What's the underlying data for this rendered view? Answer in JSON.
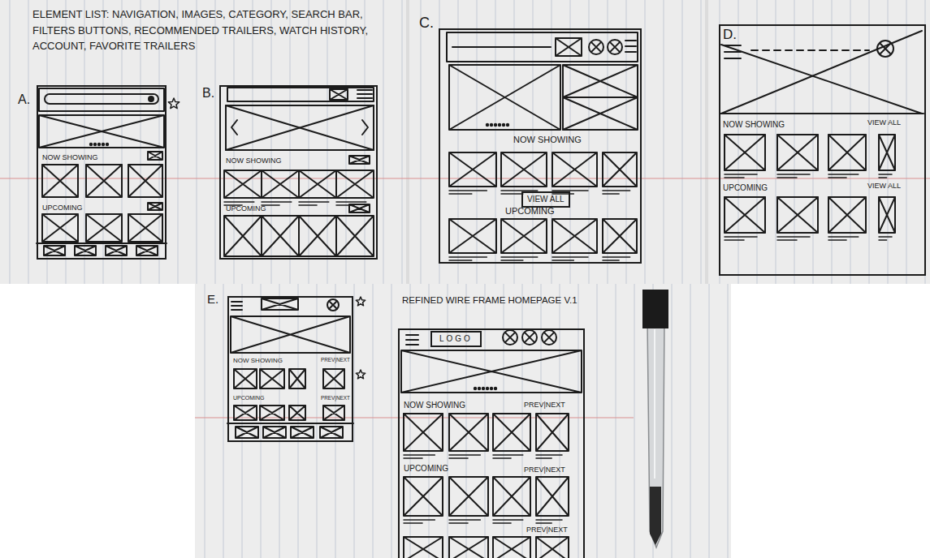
{
  "diagram": {
    "title": "ELEMENT LIST: NAVIGATION, IMAGES, CATEGORY, SEARCH BAR, FILTERS BUTTONS, RECOMMENDED TRAILERS, WATCH HISTORY, ACCOUNT, FAVORITE TRAILERS",
    "nodes": [
      {
        "text": [
          "A.",
          "NOW SHOWING",
          "UPCOMING"
        ]
      },
      {
        "text": [
          "B.",
          "NOW SHOWING",
          "UPCOMING"
        ]
      },
      {
        "text": [
          "C.",
          "NOW SHOWING",
          "UPCOMING"
        ]
      },
      {
        "text": [
          "VIEW ALL"
        ],
        "in": 2
      },
      {
        "text": [
          "D.",
          "NOW SHOWING",
          "VIEW ALL",
          "UPCOMING",
          "VIEW ALL"
        ]
      },
      {
        "text": [
          "E.",
          "NOW SHOWING",
          "PREV|NEXT",
          "UPCOMING",
          "PREV|NEXT"
        ]
      },
      {
        "text": [
          "REFINED WIRE FRAME HOMEPAGE V.1",
          "NOW SHOWING",
          "PREV|NEXT",
          "UPCOMING",
          "PREV|NEXT",
          "PREV|NEXT"
        ]
      },
      {
        "text": [
          "LOGO"
        ],
        "in": 6
      }
    ]
  }
}
